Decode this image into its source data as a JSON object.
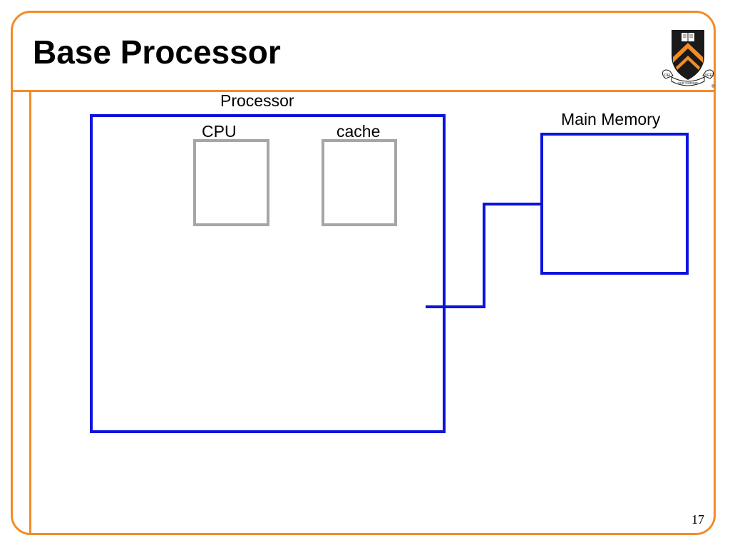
{
  "slide": {
    "title": "Base Processor",
    "page_number": "17"
  },
  "logo": {
    "seal_text": [
      "DEI",
      "SUB NUMINE",
      "VIGET"
    ],
    "registered_mark": "®"
  },
  "diagram": {
    "labels": {
      "processor": "Processor",
      "cpu": "CPU",
      "cache": "cache",
      "main_memory": "Main Memory"
    }
  },
  "colors": {
    "accent": "#F28C28",
    "box_blue": "#0A14DC",
    "box_gray": "#A6A6A6",
    "shield_black": "#1A1A1A",
    "shield_orange": "#F28C28"
  }
}
